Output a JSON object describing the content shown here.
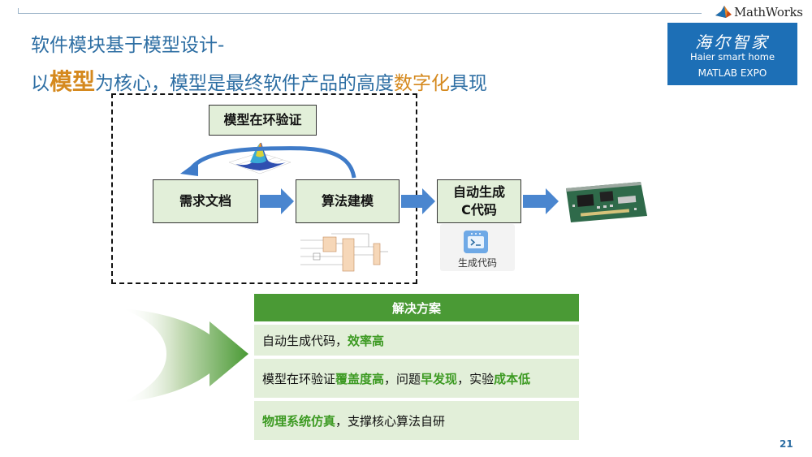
{
  "logo": {
    "mathworks": "MathWorks",
    "haier_cn": "海尔智家",
    "haier_en": "Haier smart home",
    "expo": "MATLAB EXPO"
  },
  "title": {
    "line1": "软件模块基于模型设计-",
    "line2_a": "以",
    "line2_b": "模型",
    "line2_c": "为核心，模型是最终软件产品的高度",
    "line2_d": "数字化",
    "line2_e": "具现"
  },
  "flow": {
    "mil": "模型在环验证",
    "requirements": "需求文档",
    "algorithm": "算法建模",
    "autogen_line1": "自动生成",
    "autogen_line2": "C代码",
    "gen_icon_label": "生成代码"
  },
  "solution": {
    "header": "解决方案",
    "row1": {
      "a": "自动生成代码，",
      "b": "效率高"
    },
    "row2": {
      "a": "模型在环验证",
      "b": "覆盖度高",
      "c": "，问题",
      "d": "早发现",
      "e": "，实验",
      "f": "成本低"
    },
    "row3": {
      "a": "物理系统仿真",
      "b": "，支撑核心算法自研"
    }
  },
  "page_number": "21",
  "colors": {
    "title_blue": "#2d6ea3",
    "accent_orange": "#d5891e",
    "box_green": "#e2efd9",
    "header_green": "#4a9a35",
    "highlight_green": "#3c9a22",
    "arrow_blue": "#4a86cf",
    "brand_blue": "#1d6fb6"
  }
}
